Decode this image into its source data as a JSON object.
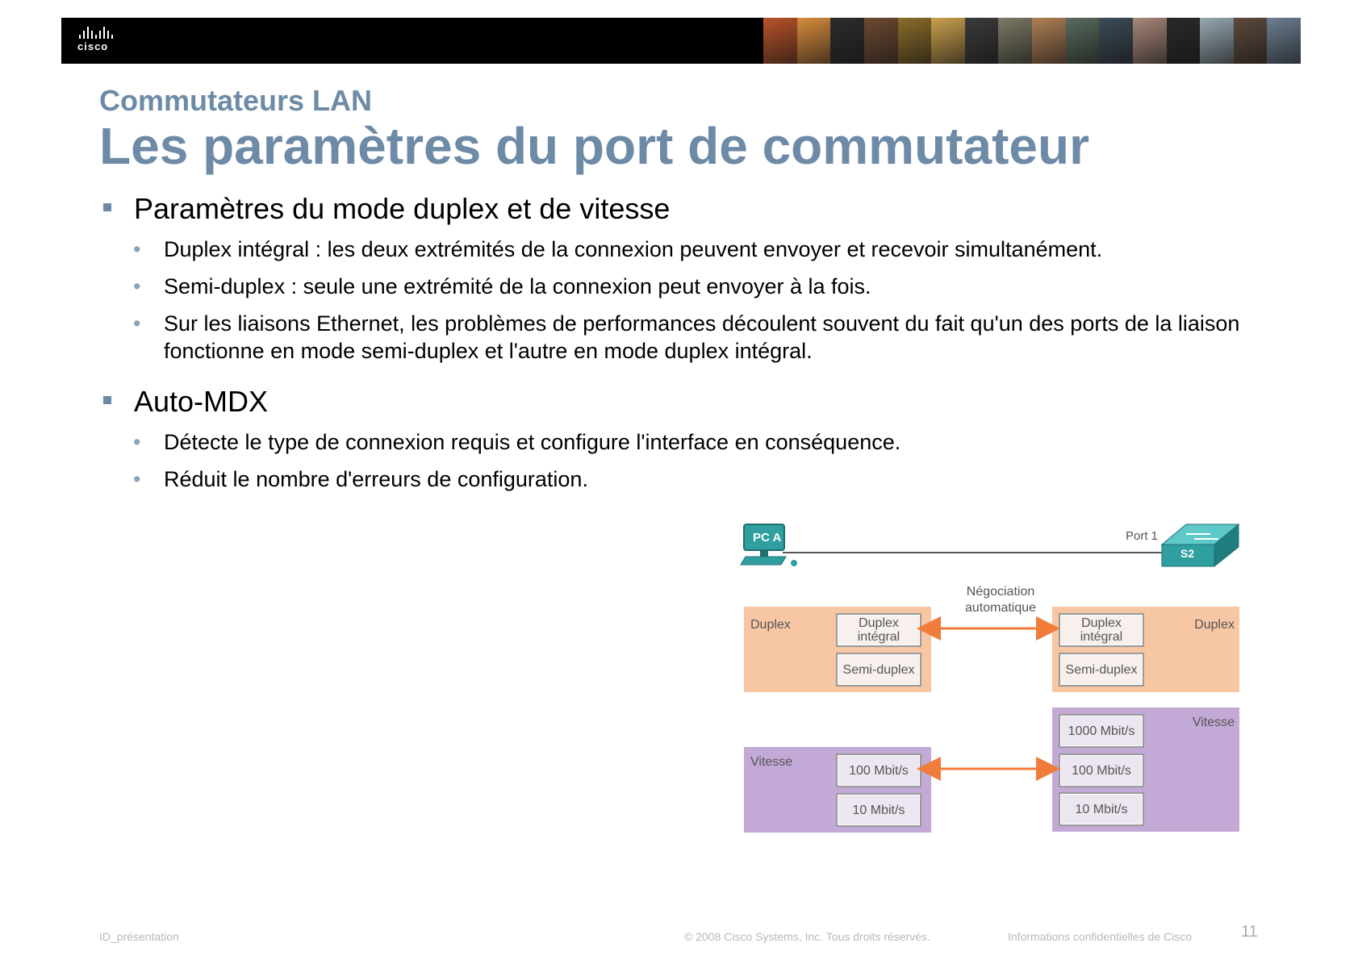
{
  "header": {
    "logo_text": "cisco",
    "photo_colors": [
      "#b9532a",
      "#d88d3c",
      "#2d2d2d",
      "#6e4a32",
      "#8c6d2a",
      "#caa24d",
      "#3b3b3b",
      "#7c7a65",
      "#b08055",
      "#5a6b5e",
      "#3c4c58",
      "#a9877a",
      "#2a2a2a",
      "#98a9b3",
      "#5d4a3d",
      "#6d7f92"
    ]
  },
  "slide": {
    "subtitle": "Commutateurs LAN",
    "title": "Les paramètres du port de commutateur"
  },
  "content": {
    "sections": [
      {
        "heading": "Paramètres du mode duplex et de vitesse",
        "items": [
          "Duplex intégral : les deux extrémités de la connexion peuvent envoyer et recevoir simultanément.",
          "Semi-duplex : seule une extrémité de la connexion peut envoyer à la fois.",
          "Sur les liaisons Ethernet, les problèmes de performances découlent souvent du fait qu'un des ports de la liaison fonctionne en mode semi-duplex et l'autre en mode duplex intégral."
        ]
      },
      {
        "heading": "Auto-MDX",
        "items": [
          "Détecte le type de connexion requis et configure l'interface en conséquence.",
          "Réduit le nombre d'erreurs de configuration."
        ]
      }
    ]
  },
  "diagram": {
    "pc_label": "PC A",
    "switch_label": "S2",
    "port_label": "Port 1",
    "negotiation_label": [
      "Négociation",
      "automatique"
    ],
    "left_duplex": {
      "label": "Duplex",
      "options": [
        [
          "Duplex",
          "intégral"
        ],
        [
          "Semi-duplex"
        ]
      ]
    },
    "right_duplex": {
      "label": "Duplex",
      "options": [
        [
          "Duplex",
          "intégral"
        ],
        [
          "Semi-duplex"
        ]
      ]
    },
    "left_speed": {
      "label": "Vitesse",
      "options": [
        "100 Mbit/s",
        "10 Mbit/s"
      ]
    },
    "right_speed": {
      "label": "Vitesse",
      "options": [
        "1000 Mbit/s",
        "100 Mbit/s",
        "10 Mbit/s"
      ]
    },
    "colors": {
      "duplex_bg": "#f7c6a3",
      "speed_bg": "#c2a9d6",
      "arrow": "#f07c3a",
      "device": "#2f9fa0"
    }
  },
  "footer": {
    "left": "ID_présentation",
    "copyright": "© 2008 Cisco Systems, Inc. Tous droits réservés.",
    "confidential": "Informations confidentielles de Cisco",
    "page_number": "11"
  }
}
